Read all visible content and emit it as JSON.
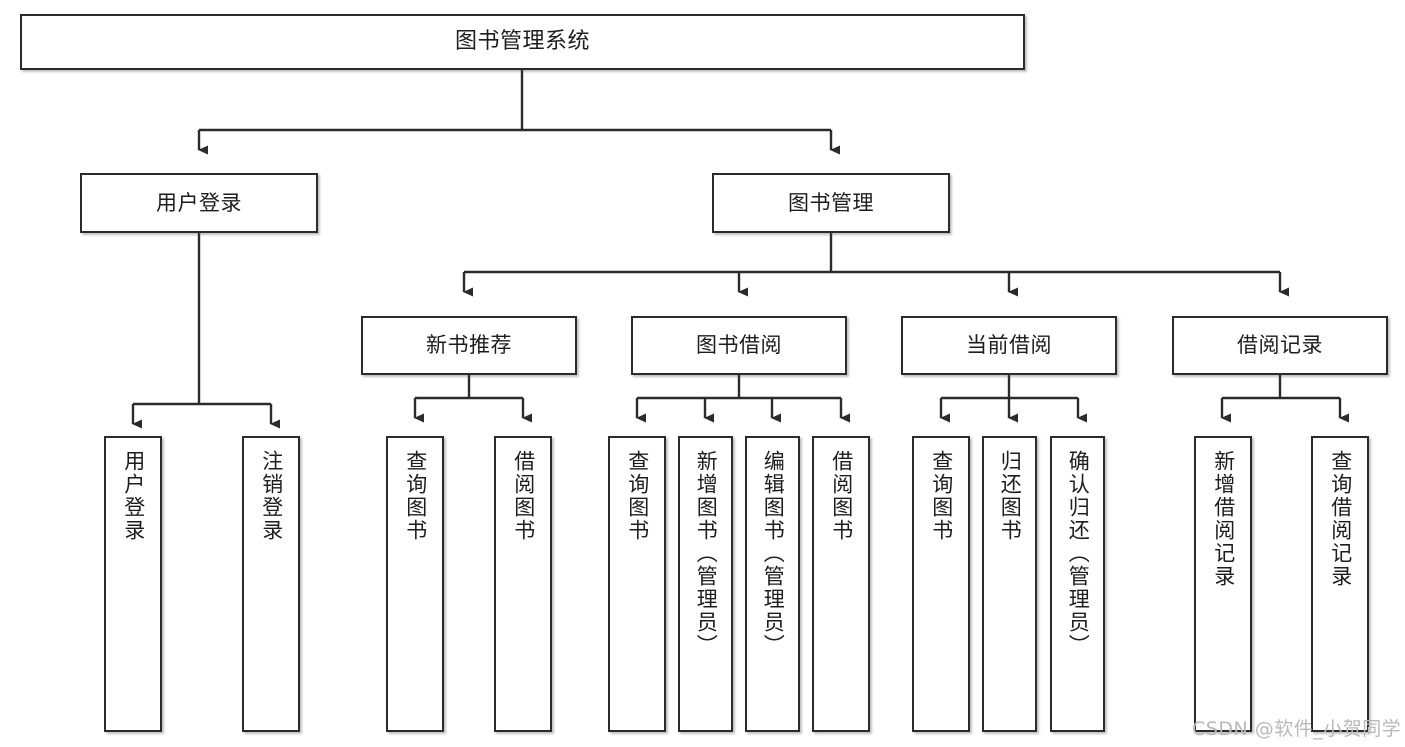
{
  "diagram": {
    "type": "tree",
    "title": "图书管理系统",
    "orientation": "top-down",
    "colors": {
      "box_border": "#2b2b2b",
      "box_fill": "#ffffff",
      "edge": "#2b2b2b",
      "text": "#1d1d1d",
      "watermark": "#b9b9b9"
    },
    "root": {
      "label": "图书管理系统"
    },
    "level1": [
      {
        "id": "user-login",
        "label": "用户登录"
      },
      {
        "id": "book-manage",
        "label": "图书管理"
      }
    ],
    "level2": [
      {
        "id": "new-book-recommend",
        "label": "新书推荐",
        "parent": "book-manage"
      },
      {
        "id": "book-borrow",
        "label": "图书借阅",
        "parent": "book-manage"
      },
      {
        "id": "current-borrow",
        "label": "当前借阅",
        "parent": "book-manage"
      },
      {
        "id": "borrow-record",
        "label": "借阅记录",
        "parent": "book-manage"
      }
    ],
    "leaves": [
      {
        "id": "leaf-user-login",
        "label": "用户登录",
        "parent": "user-login"
      },
      {
        "id": "leaf-user-logout",
        "label": "注销登录",
        "parent": "user-login"
      },
      {
        "id": "leaf-query-book-1",
        "label": "查询图书",
        "parent": "new-book-recommend"
      },
      {
        "id": "leaf-borrow-book-1",
        "label": "借阅图书",
        "parent": "new-book-recommend"
      },
      {
        "id": "leaf-query-book-2",
        "label": "查询图书",
        "parent": "book-borrow"
      },
      {
        "id": "leaf-add-book",
        "label": "新增图书（管理员）",
        "parent": "book-borrow"
      },
      {
        "id": "leaf-edit-book",
        "label": "编辑图书（管理员）",
        "parent": "book-borrow"
      },
      {
        "id": "leaf-borrow-book-2",
        "label": "借阅图书",
        "parent": "book-borrow"
      },
      {
        "id": "leaf-query-book-3",
        "label": "查询图书",
        "parent": "current-borrow"
      },
      {
        "id": "leaf-return-book",
        "label": "归还图书",
        "parent": "current-borrow"
      },
      {
        "id": "leaf-confirm-return",
        "label": "确认归还（管理员）",
        "parent": "current-borrow"
      },
      {
        "id": "leaf-add-record",
        "label": "新增借阅记录",
        "parent": "borrow-record"
      },
      {
        "id": "leaf-query-record",
        "label": "查询借阅记录",
        "parent": "borrow-record"
      }
    ],
    "watermark": "CSDN @软件_小贺同学"
  }
}
